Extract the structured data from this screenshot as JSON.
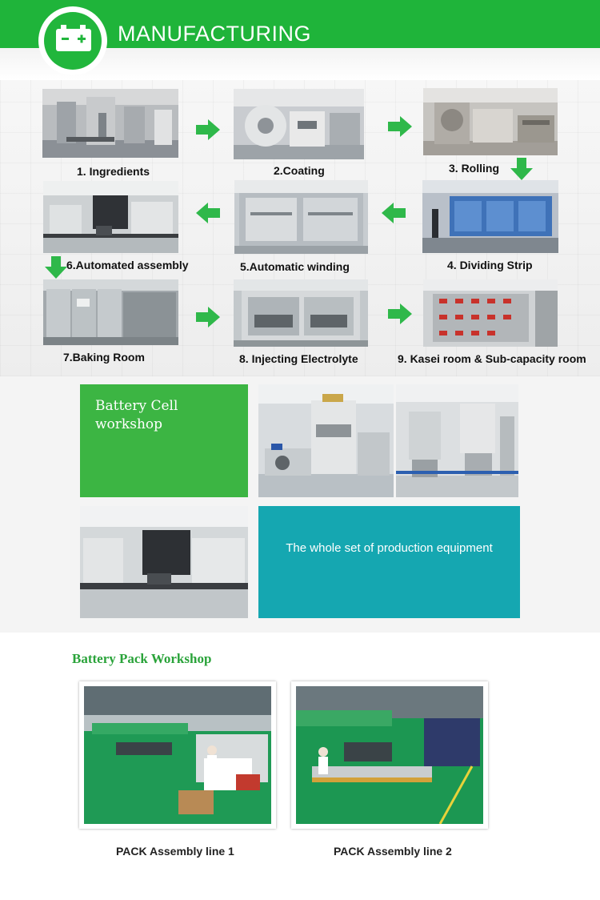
{
  "header": {
    "title": "MANUFACTURING",
    "icon": "battery-icon",
    "accent_color": "#1fb43a"
  },
  "process": {
    "steps": [
      {
        "label": "1. Ingredients"
      },
      {
        "label": "2.Coating"
      },
      {
        "label": "3. Rolling"
      },
      {
        "label": "4. Dividing Strip"
      },
      {
        "label": "5.Automatic winding"
      },
      {
        "label": "6.Automated assembly"
      },
      {
        "label": "7.Baking  Room"
      },
      {
        "label": "8. Injecting Electrolyte"
      },
      {
        "label": "9. Kasei room & Sub-capacity room"
      }
    ],
    "arrow_color": "#2fb84a"
  },
  "cell_workshop": {
    "title": "Battery Cell\nworkshop",
    "equipment_text": "The whole set of production equipment",
    "green_color": "#3cb543",
    "teal_color": "#15a7b1"
  },
  "pack_workshop": {
    "heading": "Battery Pack Workshop",
    "lines": [
      {
        "caption": "PACK Assembly line 1"
      },
      {
        "caption": "PACK Assembly line 2"
      }
    ]
  }
}
